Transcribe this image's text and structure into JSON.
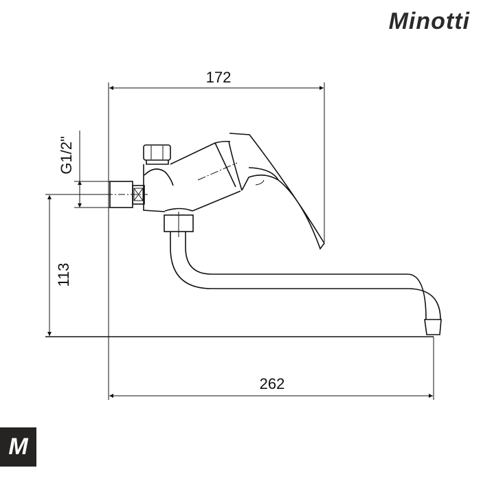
{
  "brand": "Minotti",
  "logo_mark": "M",
  "dimensions": {
    "width_top": "172",
    "width_bottom": "262",
    "height": "113",
    "thread": "G1/2\""
  }
}
